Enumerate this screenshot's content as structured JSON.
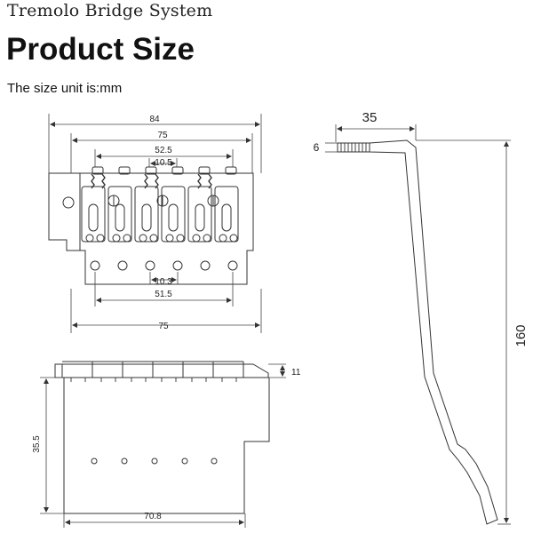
{
  "header": {
    "title": "Tremolo Bridge System"
  },
  "heading": {
    "title": "Product Size",
    "unit_note": "The size unit is:mm"
  },
  "dimensions": {
    "top_view": {
      "overall_width": "84",
      "saddle_span": "75",
      "outer_screw_span": "52.5",
      "string_spacing": "10.5",
      "hole_spacing": "10.3",
      "hole_span": "51.5",
      "base_width": "75"
    },
    "side_view": {
      "saddle_height": "11",
      "block_height": "35.5",
      "block_length": "70.8"
    },
    "arm": {
      "bend_length": "35",
      "thread_diameter": "6",
      "arm_length": "160"
    }
  }
}
